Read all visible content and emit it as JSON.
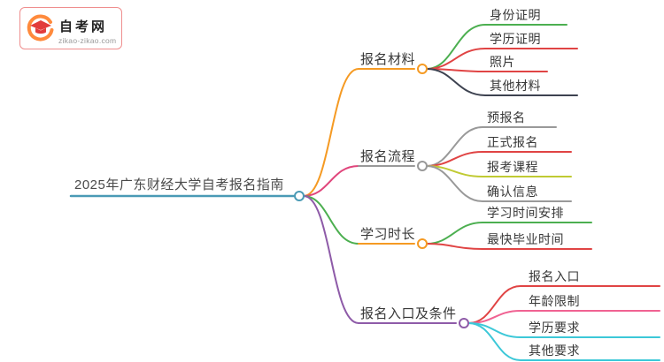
{
  "logo": {
    "site_name": "自考网",
    "site_url": "zikao-zikao.com",
    "border_color": "#ef8e8e",
    "icon_orange": "#ff8a3c",
    "icon_red": "#e23c3c"
  },
  "mindmap": {
    "root": {
      "label": "2025年广东财经大学自考报名指南",
      "color": "#4a9ab5"
    },
    "branches": [
      {
        "label": "报名材料",
        "underline_color": "#f59a23",
        "edge_color": "#f59a23",
        "children": [
          {
            "label": "身份证明",
            "color": "#4caf50"
          },
          {
            "label": "学历证明",
            "color": "#e04444"
          },
          {
            "label": "照片",
            "color": "#e04444"
          },
          {
            "label": "其他材料",
            "color": "#3d4250"
          }
        ]
      },
      {
        "label": "报名流程",
        "underline_color": "#999999",
        "edge_color": "#e0457b",
        "children": [
          {
            "label": "预报名",
            "color": "#999999"
          },
          {
            "label": "正式报名",
            "color": "#e04444"
          },
          {
            "label": "报考课程",
            "color": "#c0ca33"
          },
          {
            "label": "确认信息",
            "color": "#999999"
          }
        ]
      },
      {
        "label": "学习时长",
        "underline_color": "#f59a23",
        "edge_color": "#4caf50",
        "children": [
          {
            "label": "学习时间安排",
            "color": "#4caf50"
          },
          {
            "label": "最快毕业时间",
            "color": "#e04444"
          }
        ]
      },
      {
        "label": "报名入口及条件",
        "underline_color": "#8e5ba8",
        "edge_color": "#8e5ba8",
        "children": [
          {
            "label": "报名入口",
            "color": "#e04444"
          },
          {
            "label": "年龄限制",
            "color": "#f06292"
          },
          {
            "label": "学历要求",
            "color": "#3cc8d8"
          },
          {
            "label": "其他要求",
            "color": "#3cc8d8"
          }
        ]
      }
    ]
  }
}
